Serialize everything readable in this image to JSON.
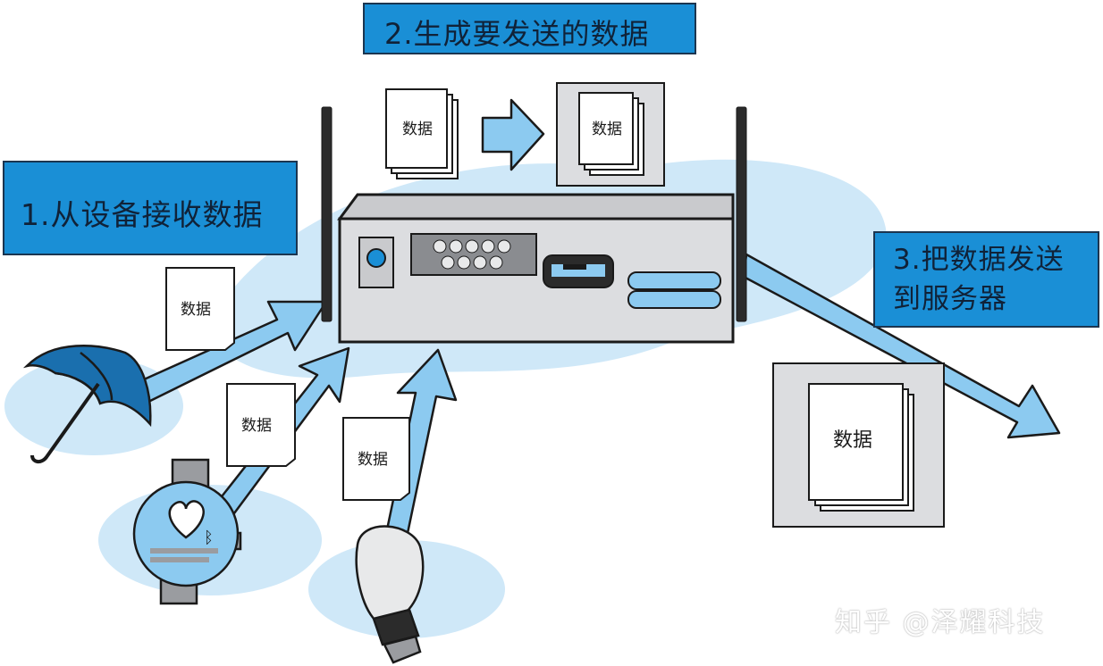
{
  "steps": {
    "step1": "1.从设备接收数据",
    "step2": "2.生成要发送的数据",
    "step3_line1": "3.把数据发送",
    "step3_line2": "到服务器"
  },
  "doc_label": "数据",
  "watermark": "知乎 @泽耀科技",
  "colors": {
    "step_box": "#1a8fd6",
    "arrow": "#8ccaf0",
    "blob": "#cfe8f8",
    "device": "#dcdde0",
    "outline": "#1a1a1a"
  },
  "icons": [
    "umbrella-icon",
    "smartwatch-icon",
    "heart-icon",
    "bluetooth-icon",
    "light-bulb-icon",
    "gateway-device",
    "document-icon"
  ]
}
